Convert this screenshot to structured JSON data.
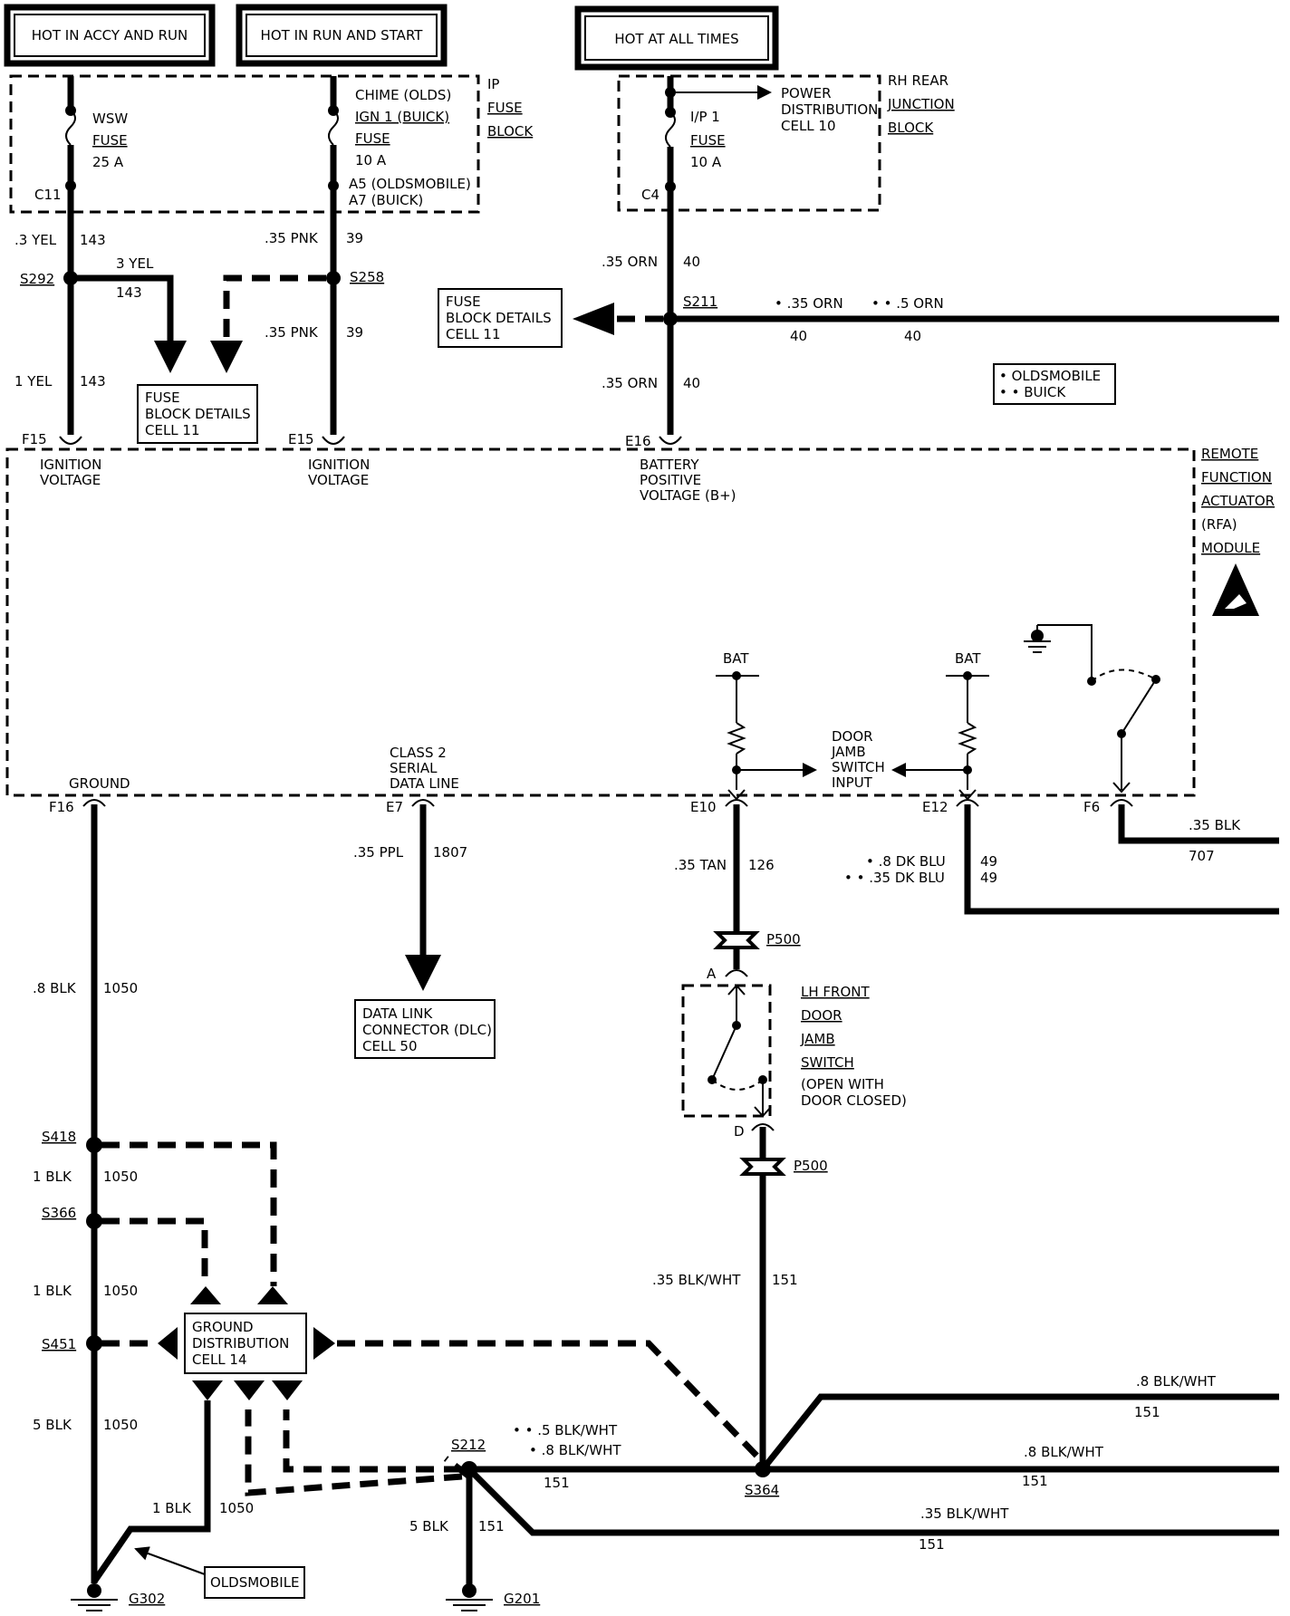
{
  "headers": {
    "accy_run": "HOT IN ACCY AND RUN",
    "run_start": "HOT IN RUN AND START",
    "all_times": "HOT AT ALL TIMES"
  },
  "ip_fuse_block": {
    "label": [
      "IP",
      "FUSE",
      "BLOCK"
    ],
    "wsw_fuse": [
      "WSW",
      "FUSE",
      "25 A"
    ],
    "chime_fuse": [
      "CHIME (OLDS)",
      "IGN 1 (BUICK)",
      "FUSE",
      "10 A"
    ],
    "c11": "C11",
    "a5": "A5 (OLDSMOBILE)",
    "a7": "A7 (BUICK)"
  },
  "rh_rear_junction_block": {
    "label": [
      "RH REAR",
      "JUNCTION",
      "BLOCK"
    ],
    "ip1_fuse": [
      "I/P 1",
      "FUSE",
      "10 A"
    ],
    "power_distribution": [
      "POWER",
      "DISTRIBUTION",
      "CELL 10"
    ],
    "c4": "C4"
  },
  "wires": {
    "w143_top": [
      ".3 YEL",
      "143"
    ],
    "w143_branch": [
      "3 YEL",
      "143"
    ],
    "w143_bottom": [
      "1 YEL",
      "143"
    ],
    "w39_top": [
      ".35 PNK",
      "39"
    ],
    "w39_bottom": [
      ".35 PNK",
      "39"
    ],
    "w40_top": [
      ".35 ORN",
      "40"
    ],
    "w40_bottom": [
      ".35 ORN",
      "40"
    ],
    "w40_branch_a": [
      "• .35 ORN",
      "40"
    ],
    "w40_branch_b": [
      "• • .5 ORN",
      "40"
    ],
    "w707": [
      ".35 BLK",
      "707"
    ],
    "w49_a": [
      "• .8 DK BLU",
      "49"
    ],
    "w49_b": [
      "• • .35 DK BLU",
      "49"
    ],
    "w126": [
      ".35 TAN",
      "126"
    ],
    "w1807": [
      ".35 PPL",
      "1807"
    ],
    "w1050_a": [
      ".8 BLK",
      "1050"
    ],
    "w1050_b": [
      "1 BLK",
      "1050"
    ],
    "w1050_c": [
      "1 BLK",
      "1050"
    ],
    "w1050_d": [
      "5 BLK",
      "1050"
    ],
    "w1050_e": [
      "1 BLK",
      "1050"
    ],
    "w151_p500": [
      ".35 BLK/WHT",
      "151"
    ],
    "w151_right_a": [
      ".8 BLK/WHT",
      "151"
    ],
    "w151_right_b": [
      ".8 BLK/WHT",
      "151"
    ],
    "w151_right_c": [
      ".35 BLK/WHT",
      "151"
    ],
    "w151_s212_a": "• • .5 BLK/WHT",
    "w151_s212_b": "• .8 BLK/WHT",
    "w151_s212_num": "151",
    "w151_g201": [
      "5 BLK",
      "151"
    ]
  },
  "splices": {
    "s292": "S292",
    "s258": "S258",
    "s211": "S211",
    "s418": "S418",
    "s366": "S366",
    "s451": "S451",
    "s212": "S212",
    "s364": "S364"
  },
  "references": {
    "fuse_block_details_a": [
      "FUSE",
      "BLOCK DETAILS",
      "CELL 11"
    ],
    "fuse_block_details_b": [
      "FUSE",
      "BLOCK DETAILS",
      "CELL 11"
    ],
    "dlc": [
      "DATA LINK",
      "CONNECTOR (DLC)",
      "CELL 50"
    ],
    "ground_distribution": [
      "GROUND",
      "DISTRIBUTION",
      "CELL 14"
    ],
    "oldsmobile": "OLDSMOBILE"
  },
  "legend": {
    "oldsmobile": "• OLDSMOBILE",
    "buick": "• • BUICK"
  },
  "rfa_module": {
    "label": [
      "REMOTE",
      "FUNCTION",
      "ACTUATOR",
      "(RFA)",
      "MODULE"
    ],
    "f15": "F15",
    "f15_label": [
      "IGNITION",
      "VOLTAGE"
    ],
    "e15": "E15",
    "e15_label": [
      "IGNITION",
      "VOLTAGE"
    ],
    "e16": "E16",
    "e16_label": [
      "BATTERY",
      "POSITIVE",
      "VOLTAGE (B+)"
    ],
    "f16": "F16",
    "f16_label": "GROUND",
    "e7": "E7",
    "e7_label": [
      "CLASS 2",
      "SERIAL",
      "DATA LINE"
    ],
    "e10": "E10",
    "e12": "E12",
    "f6": "F6",
    "bat_1": "BAT",
    "bat_2": "BAT",
    "door_jamb_input": [
      "DOOR",
      "JAMB",
      "SWITCH",
      "INPUT"
    ]
  },
  "door_switch": {
    "label": [
      "LH FRONT",
      "DOOR",
      "JAMB",
      "SWITCH"
    ],
    "note": [
      "(OPEN WITH",
      "DOOR CLOSED)"
    ],
    "pin_a": "A",
    "pin_d": "D",
    "p500_top": "P500",
    "p500_bottom": "P500"
  },
  "grounds": {
    "g302": "G302",
    "g201": "G201"
  }
}
